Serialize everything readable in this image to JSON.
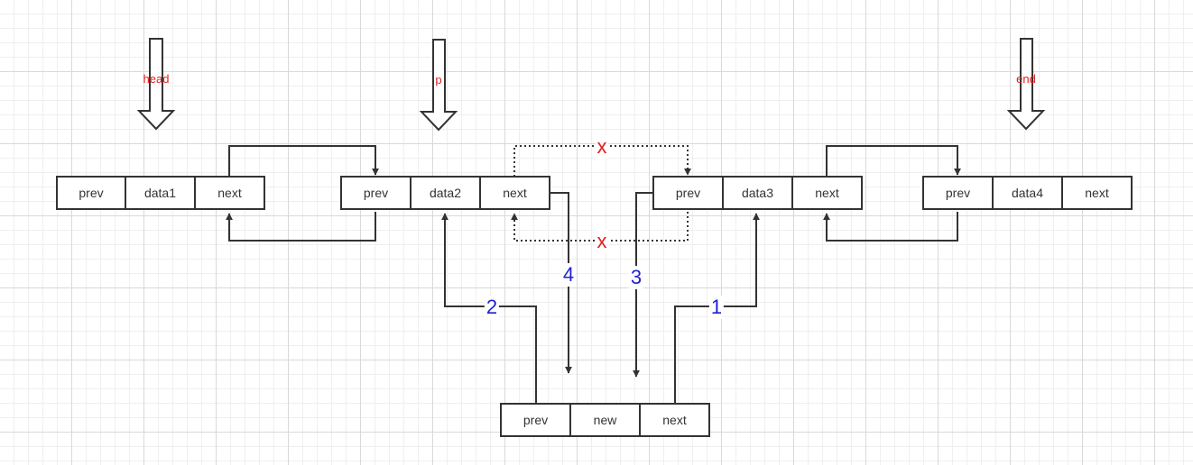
{
  "pointers": {
    "head": "head",
    "p": "p",
    "end": "end"
  },
  "nodes": {
    "n1": {
      "prev": "prev",
      "data": "data1",
      "next": "next"
    },
    "n2": {
      "prev": "prev",
      "data": "data2",
      "next": "next"
    },
    "n3": {
      "prev": "prev",
      "data": "data3",
      "next": "next"
    },
    "n4": {
      "prev": "prev",
      "data": "data4",
      "next": "next"
    },
    "new": {
      "prev": "prev",
      "data": "new",
      "next": "next"
    }
  },
  "steps": {
    "s1": "1",
    "s2": "2",
    "s3": "3",
    "s4": "4"
  },
  "removed": {
    "next_link": "x",
    "prev_link": "x"
  },
  "colors": {
    "line": "#333333",
    "pointer_label": "#e02020",
    "step_label": "#1f1fd0",
    "removed_mark": "#e02020"
  }
}
